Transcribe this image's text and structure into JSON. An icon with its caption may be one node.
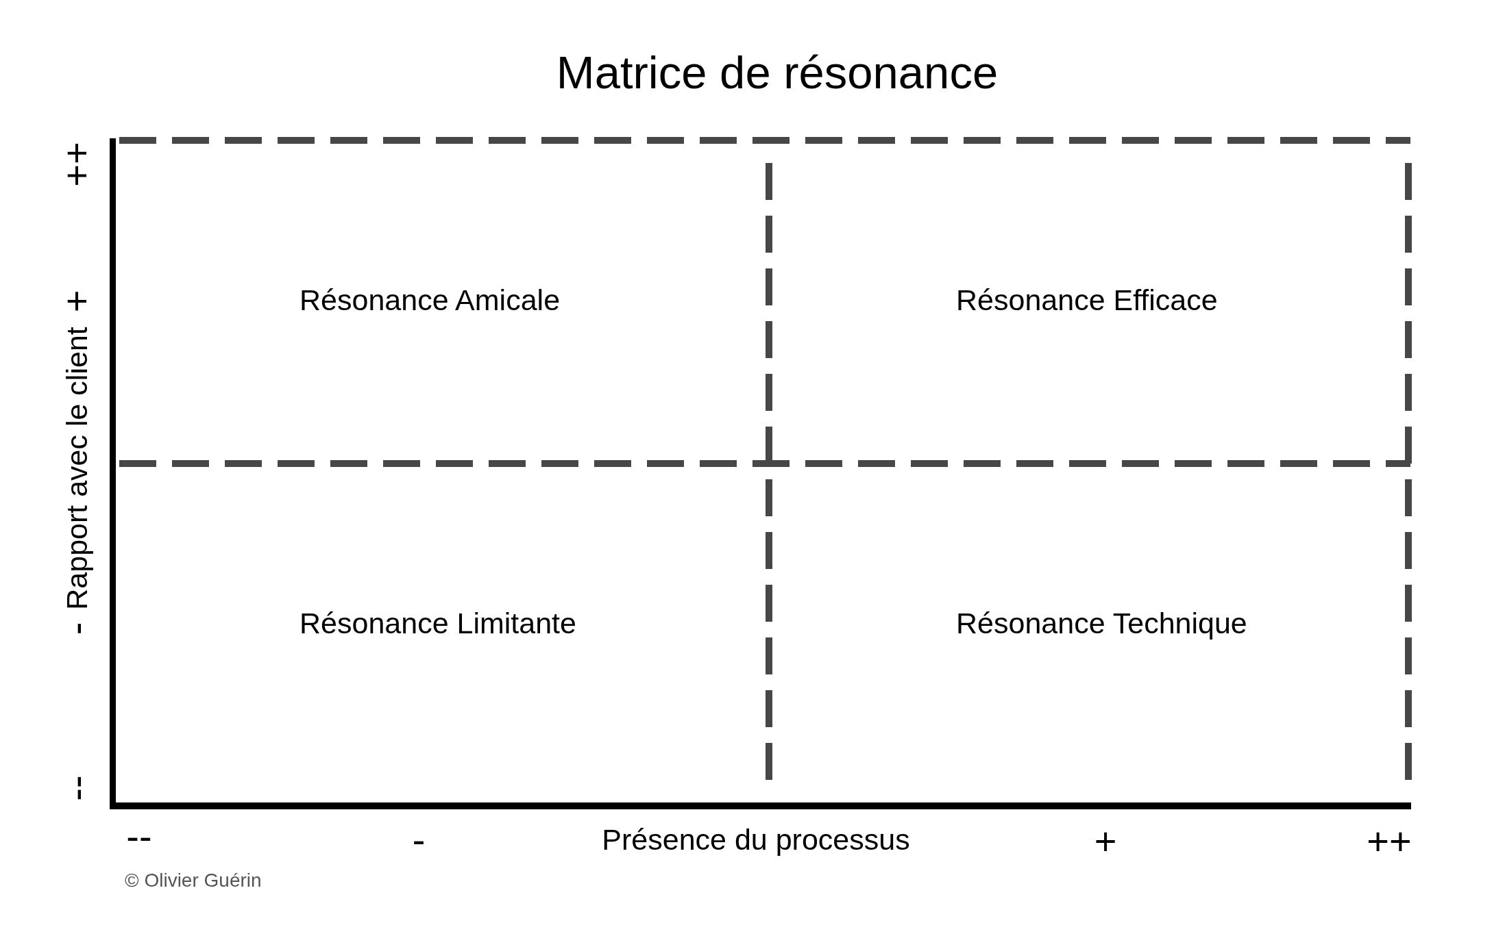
{
  "diagram": {
    "title": "Matrice de résonance",
    "nodes": [
      {
        "text": [
          "Résonance Amicale"
        ]
      },
      {
        "text": [
          "Résonance Efficace"
        ]
      },
      {
        "text": [
          "Résonance Limitante"
        ]
      },
      {
        "text": [
          "Résonance Technique"
        ]
      }
    ],
    "labels": [
      "--",
      "-",
      "Rapport avec le client",
      "+",
      "++",
      "--",
      "-",
      "Présence du processus",
      "+",
      "++",
      "© Olivier Guérin"
    ]
  }
}
